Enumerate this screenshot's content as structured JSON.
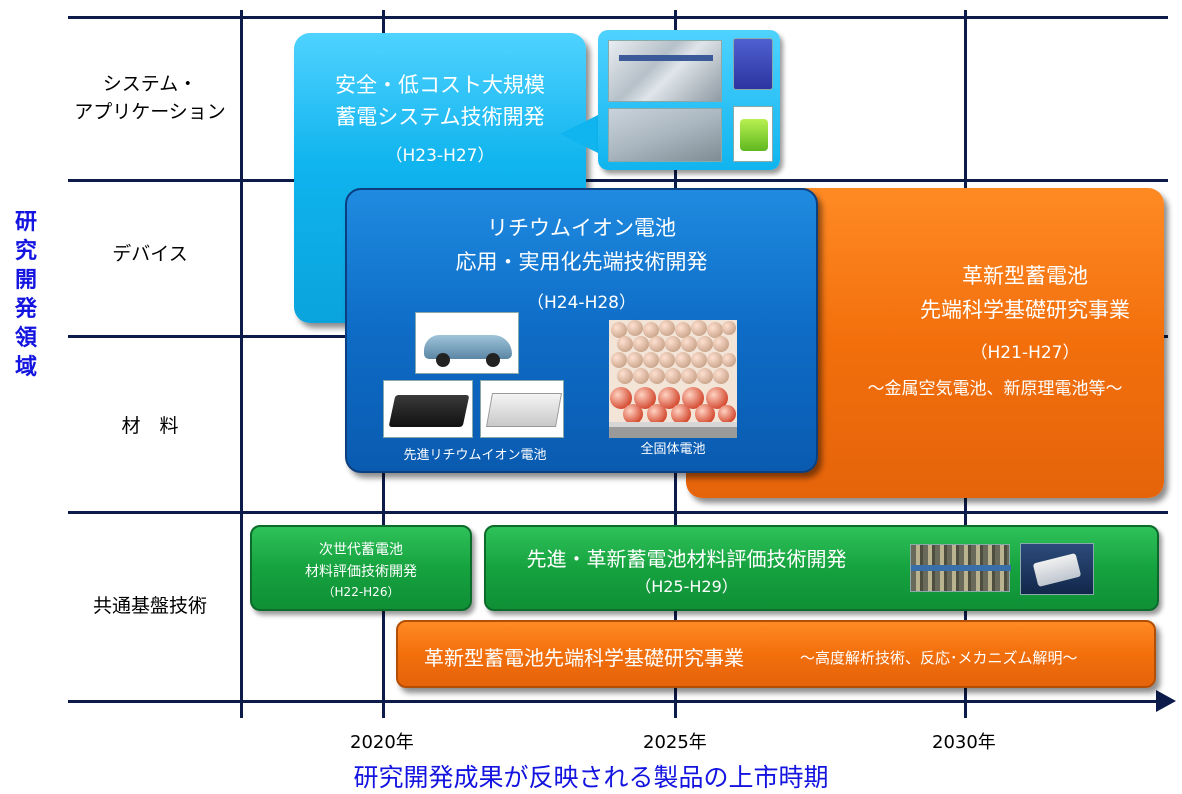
{
  "vertical_title": [
    "研",
    "究",
    "開",
    "発",
    "領",
    "域"
  ],
  "rows": {
    "system": [
      "システム・",
      "アプリケーション"
    ],
    "device": "デバイス",
    "material": "材　料",
    "common": "共通基盤技術"
  },
  "x_ticks": [
    "2020年",
    "2025年",
    "2030年"
  ],
  "x_title": "研究開発成果が反映される製品の上市時期",
  "projects": {
    "storage": {
      "line1": "安全・低コスト大規模",
      "line2": "蓄電システム技術開発",
      "period": "（H23-H27）"
    },
    "lithium": {
      "line1": "リチウムイオン電池",
      "line2": "応用・実用化先端技術開発",
      "period": "（H24-H28）",
      "caption_left": "先進リチウムイオン電池",
      "caption_right": "全固体電池"
    },
    "innovative": {
      "line1": "革新型蓄電池",
      "line2": "先端科学基礎研究事業",
      "period": "（H21-H27）",
      "note": "～金属空気電池、新原理電池等～"
    },
    "nextgen": {
      "line1": "次世代蓄電池",
      "line2": "材料評価技術開発",
      "period": "（H22-H26）"
    },
    "advanced_eval": {
      "line1": "先進・革新蓄電池材料評価技術開発",
      "period": "（H25-H29）"
    },
    "innovative_base": {
      "title": "革新型蓄電池先端科学基礎研究事業",
      "note": "～高度解析技術、反応･メカニズム解明～"
    }
  },
  "colors": {
    "axis": "#0d1b4a",
    "title_blue": "#1414e0",
    "sky": "#10b4ee",
    "blue": "#0e6cc6",
    "orange": "#f26f0c",
    "green": "#16a33f"
  }
}
